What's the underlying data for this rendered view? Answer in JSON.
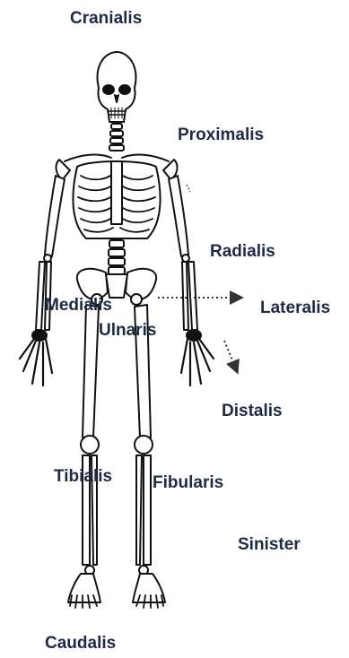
{
  "labels": {
    "cranialis": "Cranialis",
    "proximalis": "Proximalis",
    "radialis": "Radialis",
    "medialis": "Medialis",
    "lateralis": "Lateralis",
    "ulnaris": "Ulnaris",
    "distalis": "Distalis",
    "tibialis": "Tibialis",
    "fibularis": "Fibularis",
    "sinister": "Sinister",
    "caudalis": "Caudalis"
  },
  "colors": {
    "label_text": "#1f2a44",
    "bone_outline": "#111111",
    "bone_fill": "#ffffff",
    "arrow": "#333333"
  }
}
